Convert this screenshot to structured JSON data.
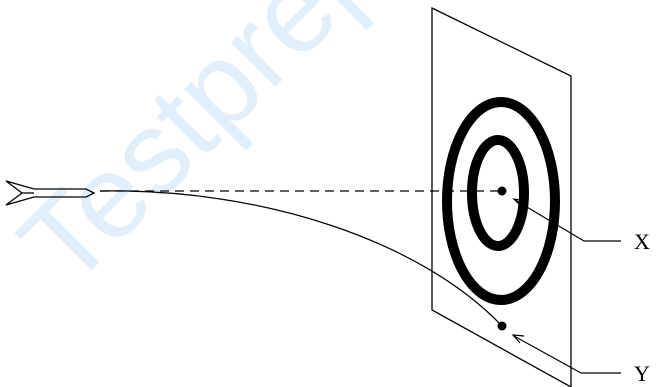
{
  "watermark": {
    "text": "Testprep"
  },
  "labels": {
    "x": "X",
    "y": "Y"
  },
  "colors": {
    "ink": "#000000",
    "watermark": "#8fc7ee",
    "background": "#ffffff"
  },
  "icons": {
    "arrow": "arrow-icon",
    "target": "target-icon"
  }
}
